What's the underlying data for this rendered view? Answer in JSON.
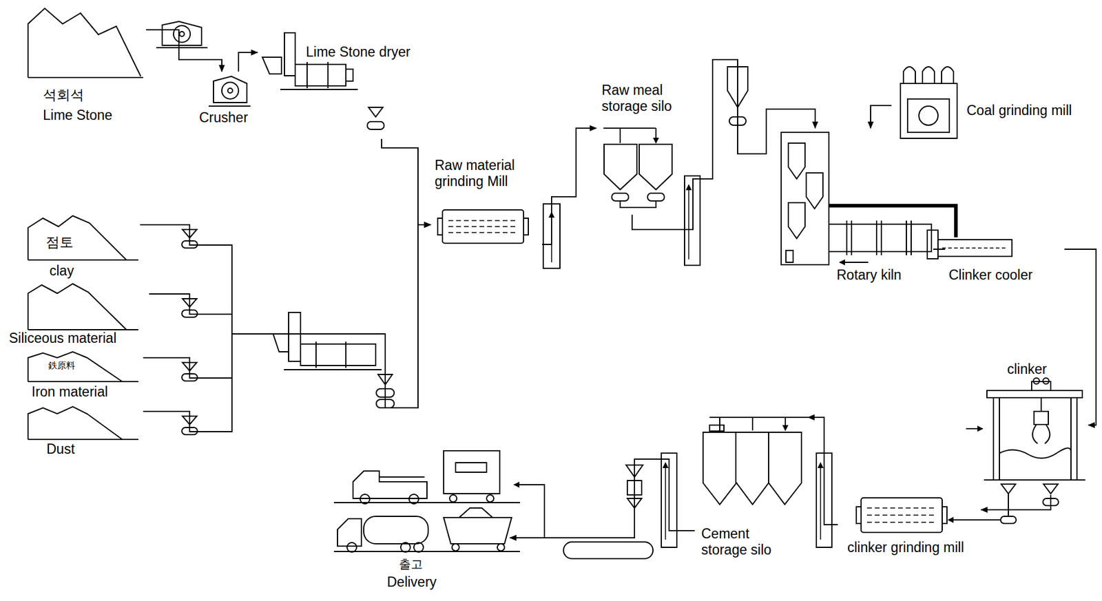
{
  "diagram": {
    "nodes": [
      {
        "text": [
          "석회석",
          "Lime Stone"
        ]
      },
      {
        "text": [
          "Crusher"
        ]
      },
      {
        "text": [
          "Lime Stone dryer"
        ]
      },
      {
        "text": [
          "점토",
          "clay"
        ]
      },
      {
        "text": [
          "Siliceous material"
        ]
      },
      {
        "text": [
          "鉄原料",
          "Iron material"
        ]
      },
      {
        "text": [
          "Dust"
        ]
      },
      {
        "text": [
          "Raw material grinding Mill"
        ]
      },
      {
        "text": [
          "Raw meal storage silo"
        ]
      },
      {
        "text": [
          "Coal grinding mill"
        ]
      },
      {
        "text": [
          "Rotary kiln"
        ]
      },
      {
        "text": [
          "Clinker cooler"
        ]
      },
      {
        "text": [
          "clinker"
        ]
      },
      {
        "text": [
          "clinker grinding mill"
        ]
      },
      {
        "text": [
          "Cement storage silo"
        ]
      },
      {
        "text": [
          "출고",
          "Delivery"
        ]
      }
    ],
    "edges": [
      {
        "from": 0,
        "to": 1,
        "arrow": "to"
      },
      {
        "from": 1,
        "to": 2,
        "arrow": "to"
      },
      {
        "from": 2,
        "to": 7,
        "arrow": "to"
      },
      {
        "from": 3,
        "to": 7,
        "arrow": "to"
      },
      {
        "from": 4,
        "to": 7,
        "arrow": "to"
      },
      {
        "from": 5,
        "to": 7,
        "arrow": "to"
      },
      {
        "from": 6,
        "to": 7,
        "arrow": "to"
      },
      {
        "from": 7,
        "to": 8,
        "arrow": "to"
      },
      {
        "from": 8,
        "to": 10,
        "arrow": "to"
      },
      {
        "from": 9,
        "to": 10,
        "arrow": "to"
      },
      {
        "from": 10,
        "to": 11,
        "arrow": "none"
      },
      {
        "from": 11,
        "to": 12,
        "arrow": "to"
      },
      {
        "from": 12,
        "to": 13,
        "arrow": "to"
      },
      {
        "from": 13,
        "to": 14,
        "arrow": "to"
      },
      {
        "from": 14,
        "to": 15,
        "arrow": "to"
      }
    ]
  }
}
